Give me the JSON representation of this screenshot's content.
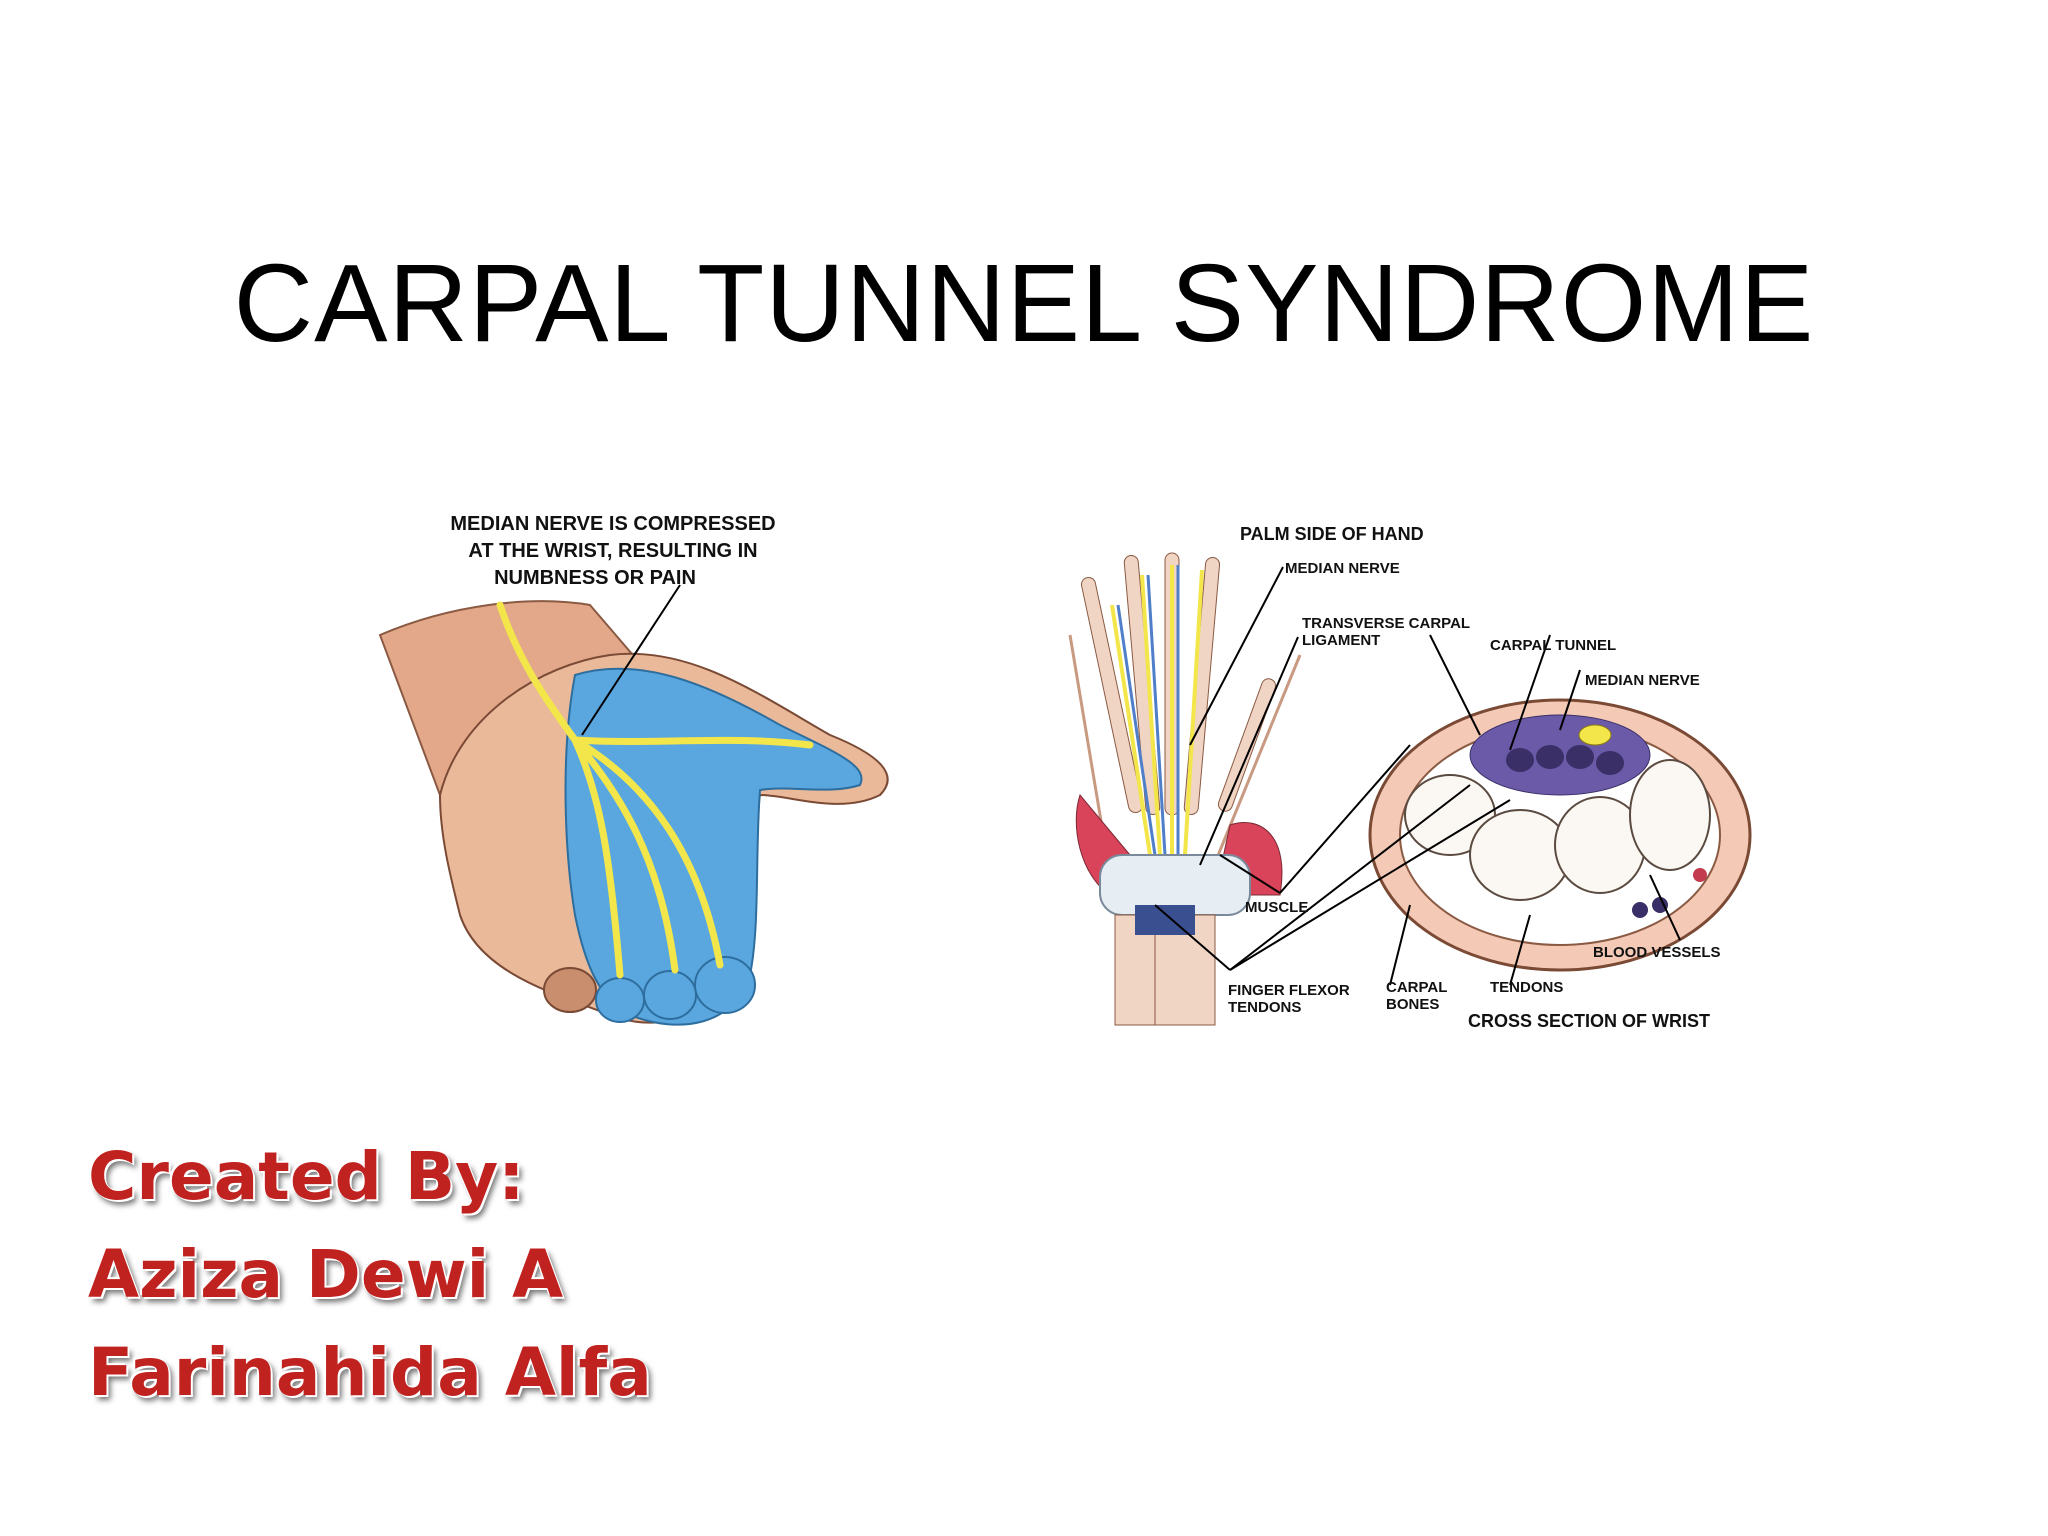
{
  "slide": {
    "title": "CARPAL TUNNEL SYNDROME"
  },
  "figure_hand": {
    "caption": [
      "MEDIAN NERVE IS COMPRESSED",
      "AT THE WRIST, RESULTING IN",
      "NUMBNESS OR PAIN"
    ]
  },
  "figure_wrist": {
    "heading": "PALM SIDE OF HAND",
    "labels": {
      "median_nerve_hand": "MEDIAN NERVE",
      "transverse_1": "TRANSVERSE CARPAL",
      "transverse_2": "LIGAMENT",
      "carpal_tunnel": "CARPAL TUNNEL",
      "median_nerve_section": "MEDIAN NERVE",
      "muscle": "MUSCLE",
      "blood_vessels": "BLOOD VESSELS",
      "finger_flexor_1": "FINGER FLEXOR",
      "finger_flexor_2": "TENDONS",
      "carpal_bones_1": "CARPAL",
      "carpal_bones_2": "BONES",
      "tendons": "TENDONS",
      "cross_section": "CROSS SECTION OF WRIST"
    }
  },
  "credits": {
    "heading": "Created By:",
    "authors": [
      "Aziza Dewi A",
      "Farinahida Alfa"
    ]
  },
  "colors": {
    "title_text": "#000000",
    "credits_text": "#c0221f",
    "nerve_yellow": "#f2e64a",
    "numb_blue": "#5aa7e0",
    "skin": "#e9b99a"
  }
}
